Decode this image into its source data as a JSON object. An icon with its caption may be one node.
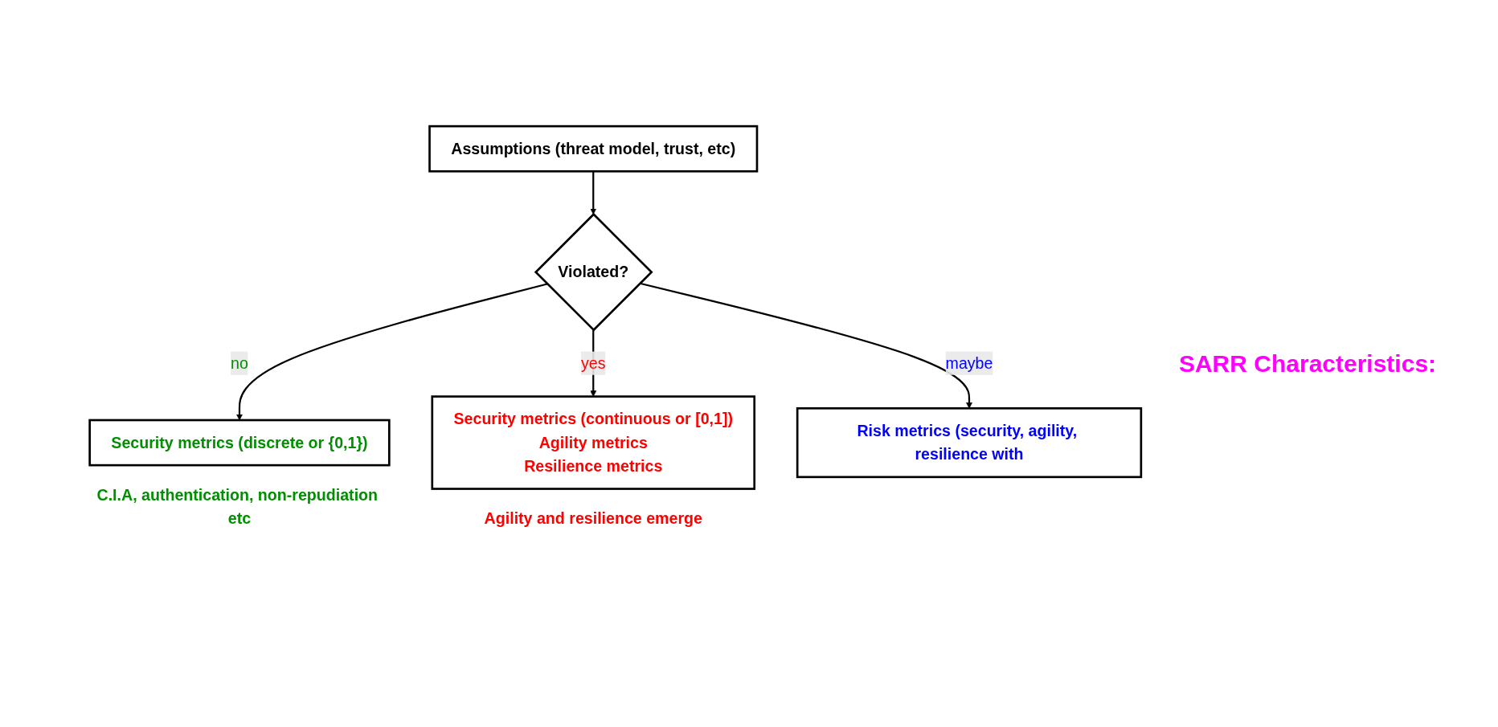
{
  "diagram": {
    "nodes": [
      {
        "text": [
          "Assumptions (threat model, trust, etc)"
        ]
      },
      {
        "text": [
          "Violated?"
        ]
      },
      {
        "text": [
          "Security metrics (discrete or {0,1})"
        ],
        "beside": [
          "C.I.A, authentication, non-repudiation etc"
        ]
      },
      {
        "text": [
          "Security metrics (continuous or [0,1])",
          "Agility metrics",
          "Resilience metrics"
        ],
        "beside": [
          "Agility and resilience emerge"
        ]
      },
      {
        "text": [
          "Risk metrics (security, agility, resilience with"
        ]
      }
    ],
    "edges": [
      {
        "from": 0,
        "to": 1,
        "arrow": "to"
      },
      {
        "from": 1,
        "to": 2,
        "arrow": "to",
        "label": "no"
      },
      {
        "from": 1,
        "to": 3,
        "arrow": "to",
        "label": "yes"
      },
      {
        "from": 1,
        "to": 4,
        "arrow": "to",
        "label": "maybe"
      }
    ],
    "labels": [
      "SARR Characteristics:"
    ]
  }
}
